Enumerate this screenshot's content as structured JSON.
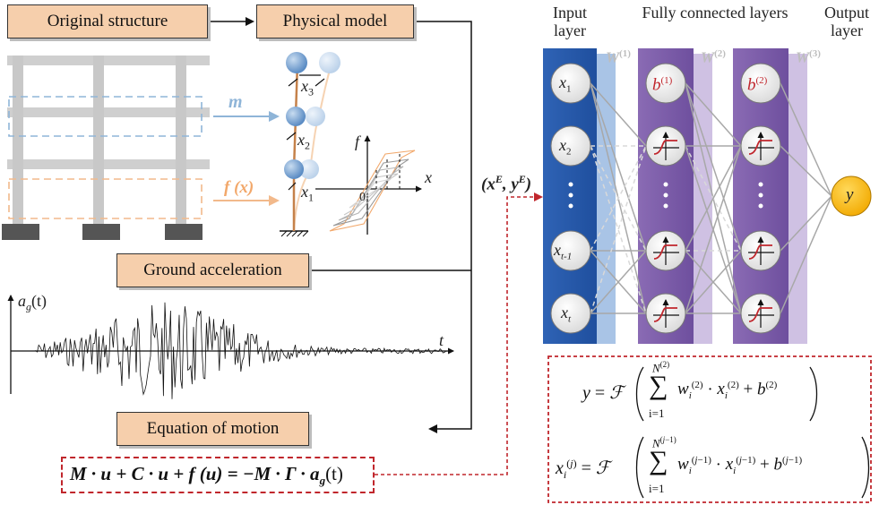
{
  "boxes": {
    "original_structure": "Original structure",
    "physical_model": "Physical model",
    "ground_acceleration": "Ground acceleration",
    "equation_of_motion": "Equation of motion"
  },
  "structure_labels": {
    "m": "m",
    "fx": "f (x)",
    "x1": "x",
    "x1_sub": "1",
    "x2": "x",
    "x2_sub": "2",
    "x3": "x",
    "x3_sub": "3"
  },
  "hysteresis": {
    "f": "f",
    "x": "x",
    "origin": "0"
  },
  "ground_motion": {
    "ag": "a",
    "ag_sub": "g",
    "ag_arg": "(t)",
    "t": "t"
  },
  "input_pair": "(x",
  "network": {
    "input_layer": "Input layer",
    "hidden_layers": "Fully connected layers",
    "output_layer": "Output layer",
    "W1": "W",
    "W1_sup": "(1)",
    "W2": "W",
    "W2_sup": "(2)",
    "W3": "W",
    "W3_sup": "(3)",
    "b1": "b",
    "b1_sup": "(1)",
    "b2": "b",
    "b2_sup": "(2)",
    "output": "y",
    "inputs": [
      "x",
      "x",
      "x",
      "x"
    ],
    "input_subs": [
      "1",
      "2",
      "t-1",
      "t"
    ],
    "ellipsis": "⋮"
  },
  "equations": {
    "motion": "M · u + C · u + f (u) = −M · Γ · a",
    "motion_g": "g",
    "motion_t": "(t)"
  }
}
